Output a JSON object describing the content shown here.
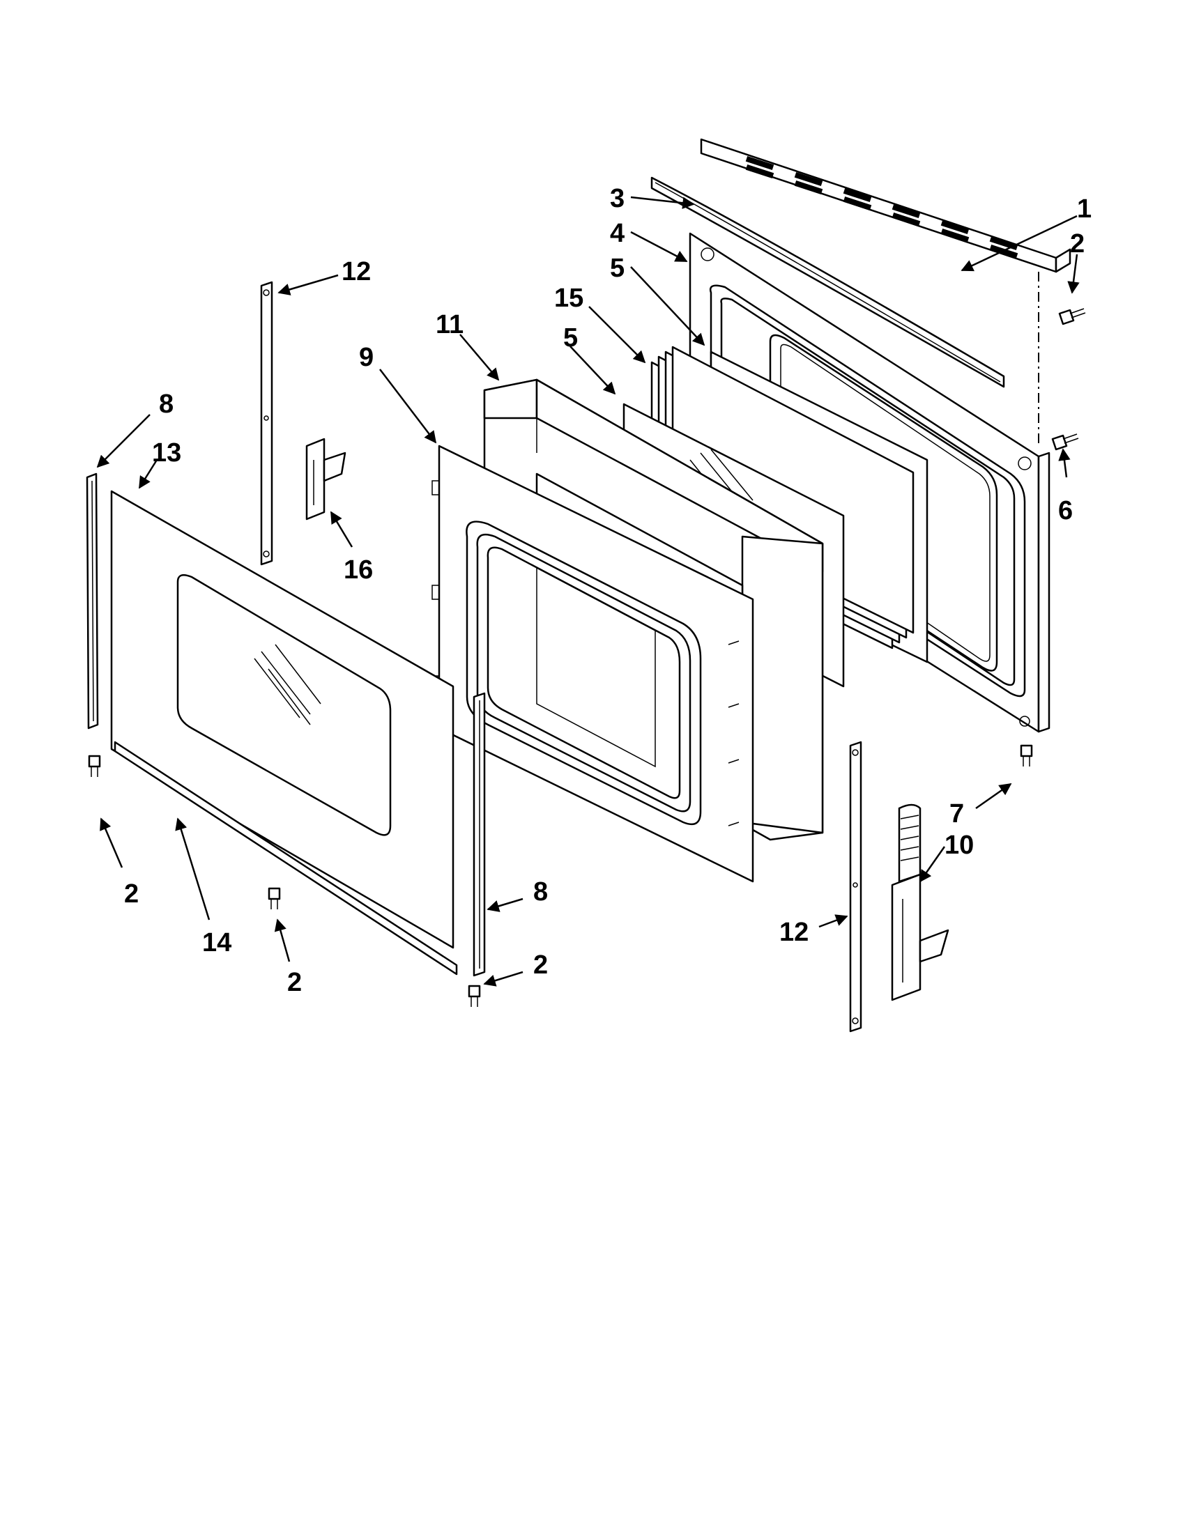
{
  "diagram": {
    "type": "exploded parts view",
    "callouts": [
      {
        "id": "c1",
        "label": "1"
      },
      {
        "id": "c2a",
        "label": "2"
      },
      {
        "id": "c3",
        "label": "3"
      },
      {
        "id": "c4",
        "label": "4"
      },
      {
        "id": "c5a",
        "label": "5"
      },
      {
        "id": "c15",
        "label": "15"
      },
      {
        "id": "c5b",
        "label": "5"
      },
      {
        "id": "c11",
        "label": "11"
      },
      {
        "id": "c12a",
        "label": "12"
      },
      {
        "id": "c9",
        "label": "9"
      },
      {
        "id": "c8a",
        "label": "8"
      },
      {
        "id": "c13",
        "label": "13"
      },
      {
        "id": "c16",
        "label": "16"
      },
      {
        "id": "c6",
        "label": "6"
      },
      {
        "id": "c7",
        "label": "7"
      },
      {
        "id": "c10",
        "label": "10"
      },
      {
        "id": "c12b",
        "label": "12"
      },
      {
        "id": "c8b",
        "label": "8"
      },
      {
        "id": "c2b",
        "label": "2"
      },
      {
        "id": "c2c",
        "label": "2"
      },
      {
        "id": "c14",
        "label": "14"
      },
      {
        "id": "c2d",
        "label": "2"
      }
    ]
  }
}
